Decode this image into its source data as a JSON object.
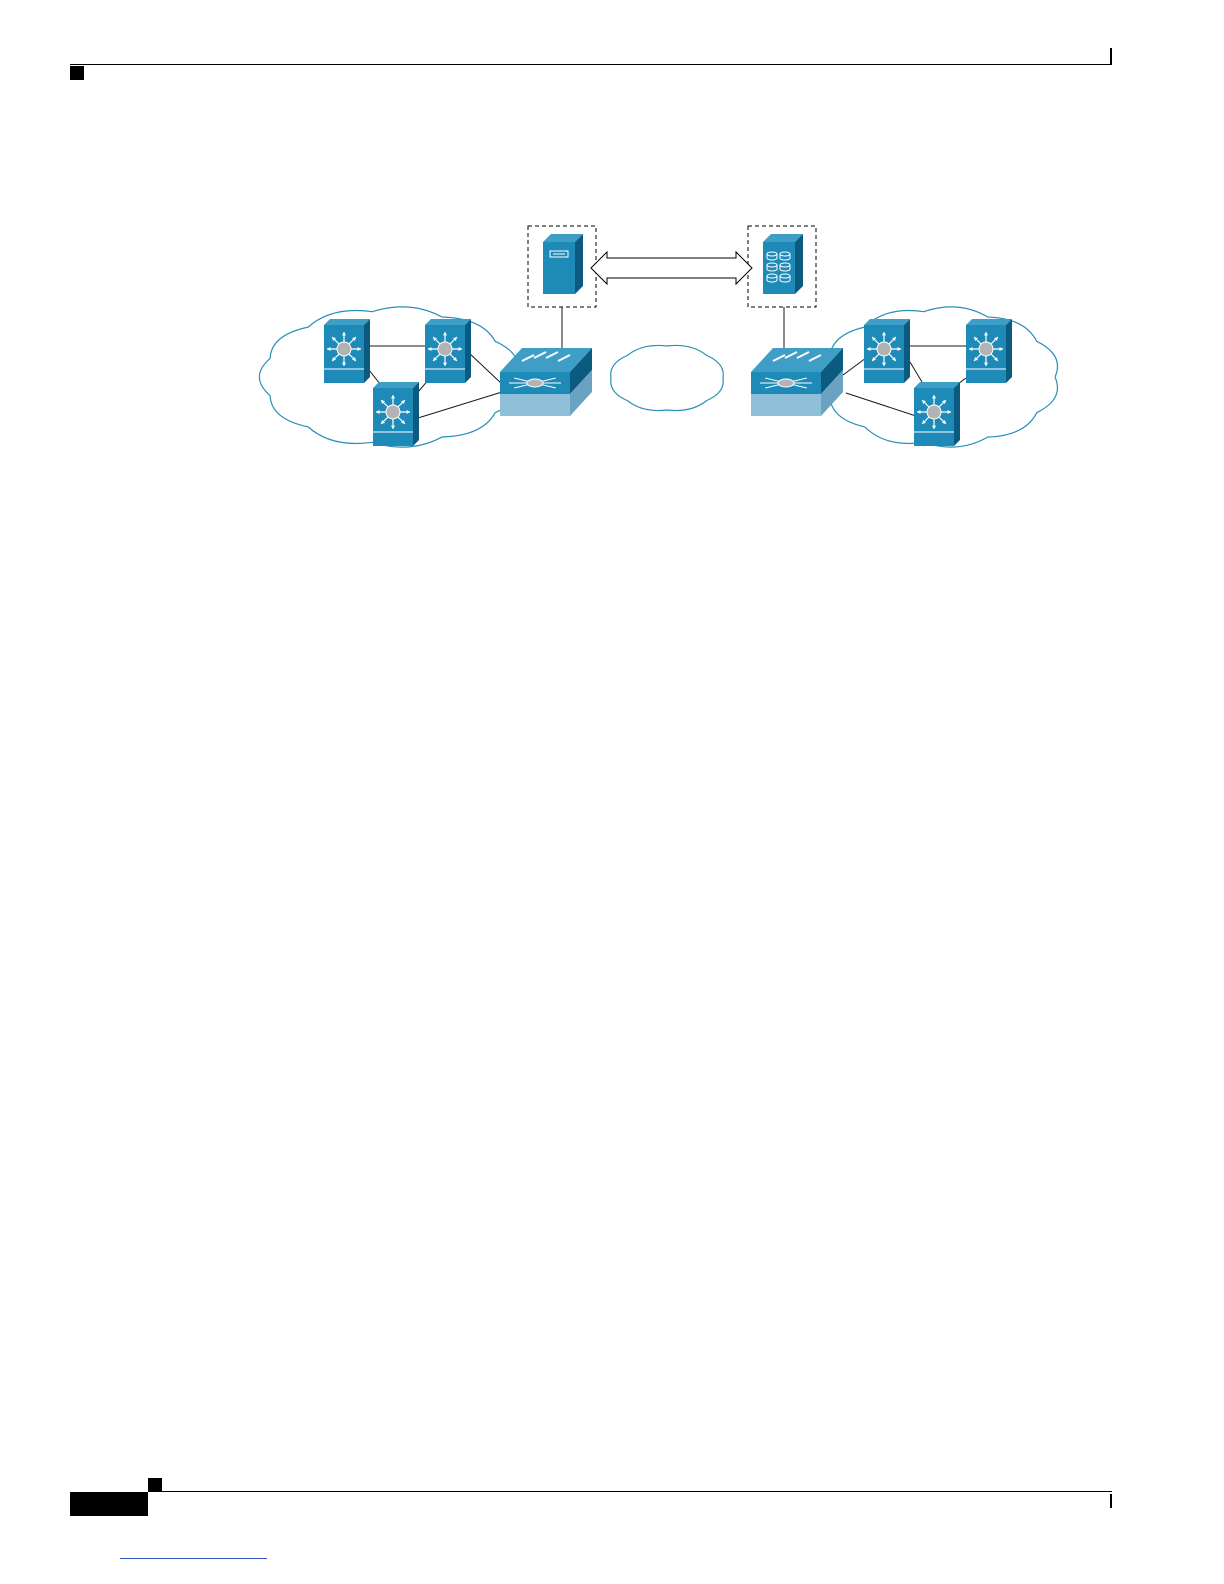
{
  "page": {
    "header_rule": true,
    "footer_rule": true,
    "footer_link_underline": true
  },
  "figure": {
    "colors": {
      "device_front": "#1e8ab8",
      "device_side": "#0b5a80",
      "device_top": "#3f9ec6",
      "device_base": "#8fbfd9",
      "device_base_side": "#6aa3c2",
      "cloud_stroke": "#2a8fb8",
      "link": "#1a1a1a",
      "hub": "#b3b3b3"
    },
    "nodes": [
      {
        "name": "left-server-icon",
        "kind": "server"
      },
      {
        "name": "right-storage-server-icon",
        "kind": "storage-server"
      },
      {
        "name": "left-multilayer-switch-1-icon",
        "kind": "switch"
      },
      {
        "name": "left-multilayer-switch-2-icon",
        "kind": "switch"
      },
      {
        "name": "left-multilayer-switch-3-icon",
        "kind": "switch"
      },
      {
        "name": "left-core-switch-icon",
        "kind": "core-switch"
      },
      {
        "name": "right-core-switch-icon",
        "kind": "core-switch"
      },
      {
        "name": "right-multilayer-switch-1-icon",
        "kind": "switch"
      },
      {
        "name": "right-multilayer-switch-2-icon",
        "kind": "switch"
      },
      {
        "name": "right-multilayer-switch-3-icon",
        "kind": "switch"
      }
    ],
    "clouds": [
      {
        "name": "left-fabric-cloud"
      },
      {
        "name": "center-wan-cloud"
      },
      {
        "name": "right-fabric-cloud"
      }
    ],
    "connector": {
      "name": "server-to-storage-double-arrow",
      "direction": "bidirectional"
    }
  }
}
